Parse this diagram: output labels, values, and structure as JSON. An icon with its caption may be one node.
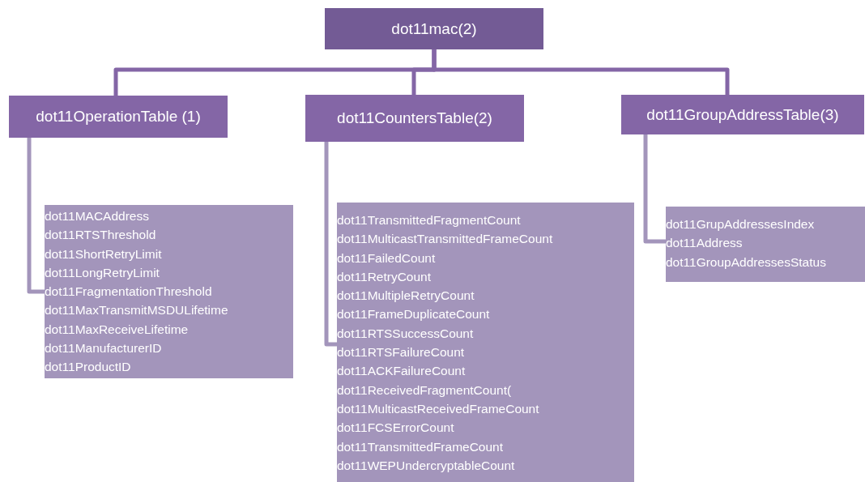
{
  "diagram": {
    "nodes": [
      {
        "text": [
          "dot11mac(2)"
        ]
      },
      {
        "text": [
          "dot11OperationTable (1)"
        ]
      },
      {
        "text": [
          "dot11CountersTable(2)"
        ]
      },
      {
        "text": [
          "dot11GroupAddressTable(3)"
        ]
      },
      {
        "text": [
          "dot11MACAddress",
          "dot11RTSThreshold",
          "dot11ShortRetryLimit",
          "dot11LongRetryLimit",
          "dot11FragmentationThreshold",
          "dot11MaxTransmitMSDULifetime",
          "dot11MaxReceiveLifetime",
          "dot11ManufacturerID",
          "dot11ProductID"
        ]
      },
      {
        "text": [
          "dot11TransmittedFragmentCount",
          "dot11MulticastTransmittedFrameCount",
          "dot11FailedCount",
          "dot11RetryCount",
          "dot11MultipleRetryCount",
          "dot11FrameDuplicateCount",
          "dot11RTSSuccessCount",
          "dot11RTSFailureCount",
          "dot11ACKFailureCount",
          "dot11ReceivedFragmentCount(",
          "dot11MulticastReceivedFrameCount",
          "dot11FCSErrorCount",
          "dot11TransmittedFrameCount",
          "dot11WEPUndercryptableCount"
        ]
      },
      {
        "text": [
          "dot11GrupAddressesIndex",
          "dot11Address",
          "dot11GroupAddressesStatus"
        ]
      }
    ],
    "edges": [
      {
        "from": 0,
        "to": 1,
        "arrow": "none"
      },
      {
        "from": 0,
        "to": 2,
        "arrow": "none"
      },
      {
        "from": 0,
        "to": 3,
        "arrow": "none"
      },
      {
        "from": 1,
        "to": 4,
        "arrow": "none",
        "color": "#a395bb"
      },
      {
        "from": 2,
        "to": 5,
        "arrow": "none",
        "color": "#a395bb"
      },
      {
        "from": 3,
        "to": 6,
        "arrow": "none",
        "color": "#a395bb"
      }
    ]
  }
}
